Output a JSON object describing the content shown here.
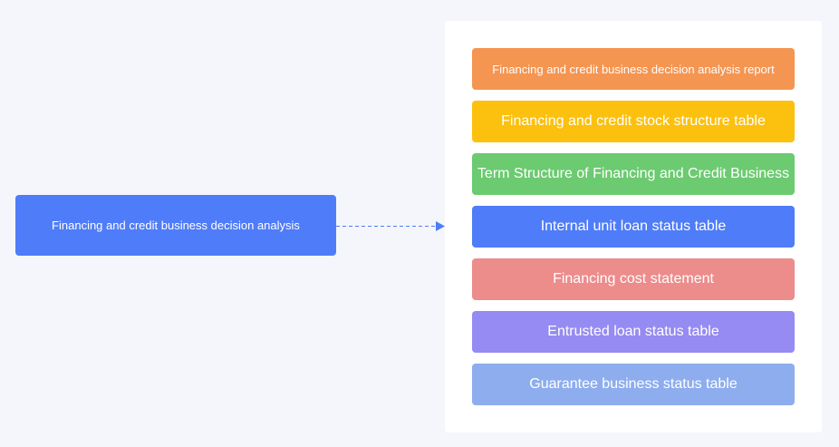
{
  "source": {
    "label": "Financing and credit business decision analysis",
    "color": "#4f7cf8"
  },
  "items": [
    {
      "label": "Financing and credit business decision analysis report",
      "color": "#f49551"
    },
    {
      "label": "Financing and credit stock structure table",
      "color": "#fcc00e"
    },
    {
      "label": "Term Structure of Financing and Credit Business",
      "color": "#6cca70"
    },
    {
      "label": "Internal unit loan status table",
      "color": "#4f7cf8"
    },
    {
      "label": "Financing cost statement",
      "color": "#ec8c8b"
    },
    {
      "label": "Entrusted loan status table",
      "color": "#968bf2"
    },
    {
      "label": "Guarantee business status table",
      "color": "#8dadee"
    }
  ],
  "connector_color": "#4f7cf8"
}
